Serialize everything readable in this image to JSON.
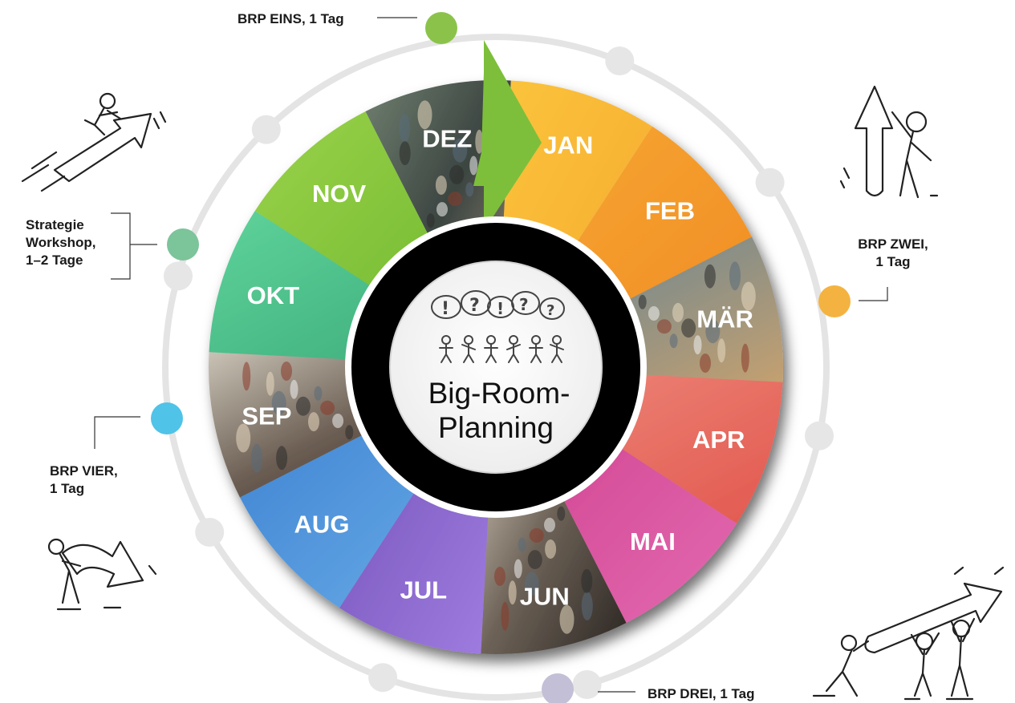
{
  "diagram": {
    "center": {
      "title_line1": "Big-Room-",
      "title_line2": "Planning",
      "graphic_icon": "people-speech-bubbles-icon"
    },
    "months": [
      {
        "label": "JAN",
        "color": "#f7b733",
        "photo": false
      },
      {
        "label": "FEB",
        "color": "#f39a2a",
        "photo": false
      },
      {
        "label": "MÄR",
        "color": "#6b6f7a",
        "photo": true
      },
      {
        "label": "APR",
        "color": "#e2584e",
        "photo": false
      },
      {
        "label": "MAI",
        "color": "#c93d8f",
        "photo": false
      },
      {
        "label": "JUN",
        "color": "#6a5d55",
        "photo": true
      },
      {
        "label": "JUL",
        "color": "#8b63c6",
        "photo": false
      },
      {
        "label": "AUG",
        "color": "#4a8fd6",
        "photo": false
      },
      {
        "label": "SEP",
        "color": "#5b5449",
        "photo": true
      },
      {
        "label": "OKT",
        "color": "#4fc28a",
        "photo": false
      },
      {
        "label": "NOV",
        "color": "#8bc63a",
        "photo": false
      },
      {
        "label": "DEZ",
        "color": "#5d6a66",
        "photo": true
      }
    ],
    "events": [
      {
        "id": "eins",
        "lines": [
          "BRP EINS, 1 Tag"
        ],
        "dot_color": "#8bc34a"
      },
      {
        "id": "zwei",
        "lines": [
          "BRP ZWEI,",
          "1 Tag"
        ],
        "dot_color": "#f4b340"
      },
      {
        "id": "drei",
        "lines": [
          "BRP DREI, 1 Tag"
        ],
        "dot_color": "#c3bfd6"
      },
      {
        "id": "vier",
        "lines": [
          "BRP VIER,",
          "1 Tag"
        ],
        "dot_color": "#4fc3e8"
      },
      {
        "id": "strategie",
        "lines": [
          "Strategie",
          "Workshop,",
          "1–2 Tage"
        ],
        "dot_color": "#7cc49a"
      }
    ],
    "decorations": [
      {
        "icon": "person-riding-arrow-icon"
      },
      {
        "icon": "person-holding-arrow-icon"
      },
      {
        "icon": "person-pushing-arrow-icon"
      },
      {
        "icon": "people-carrying-arrow-icon"
      }
    ],
    "ring_marker_color": "#e6e6e6"
  }
}
